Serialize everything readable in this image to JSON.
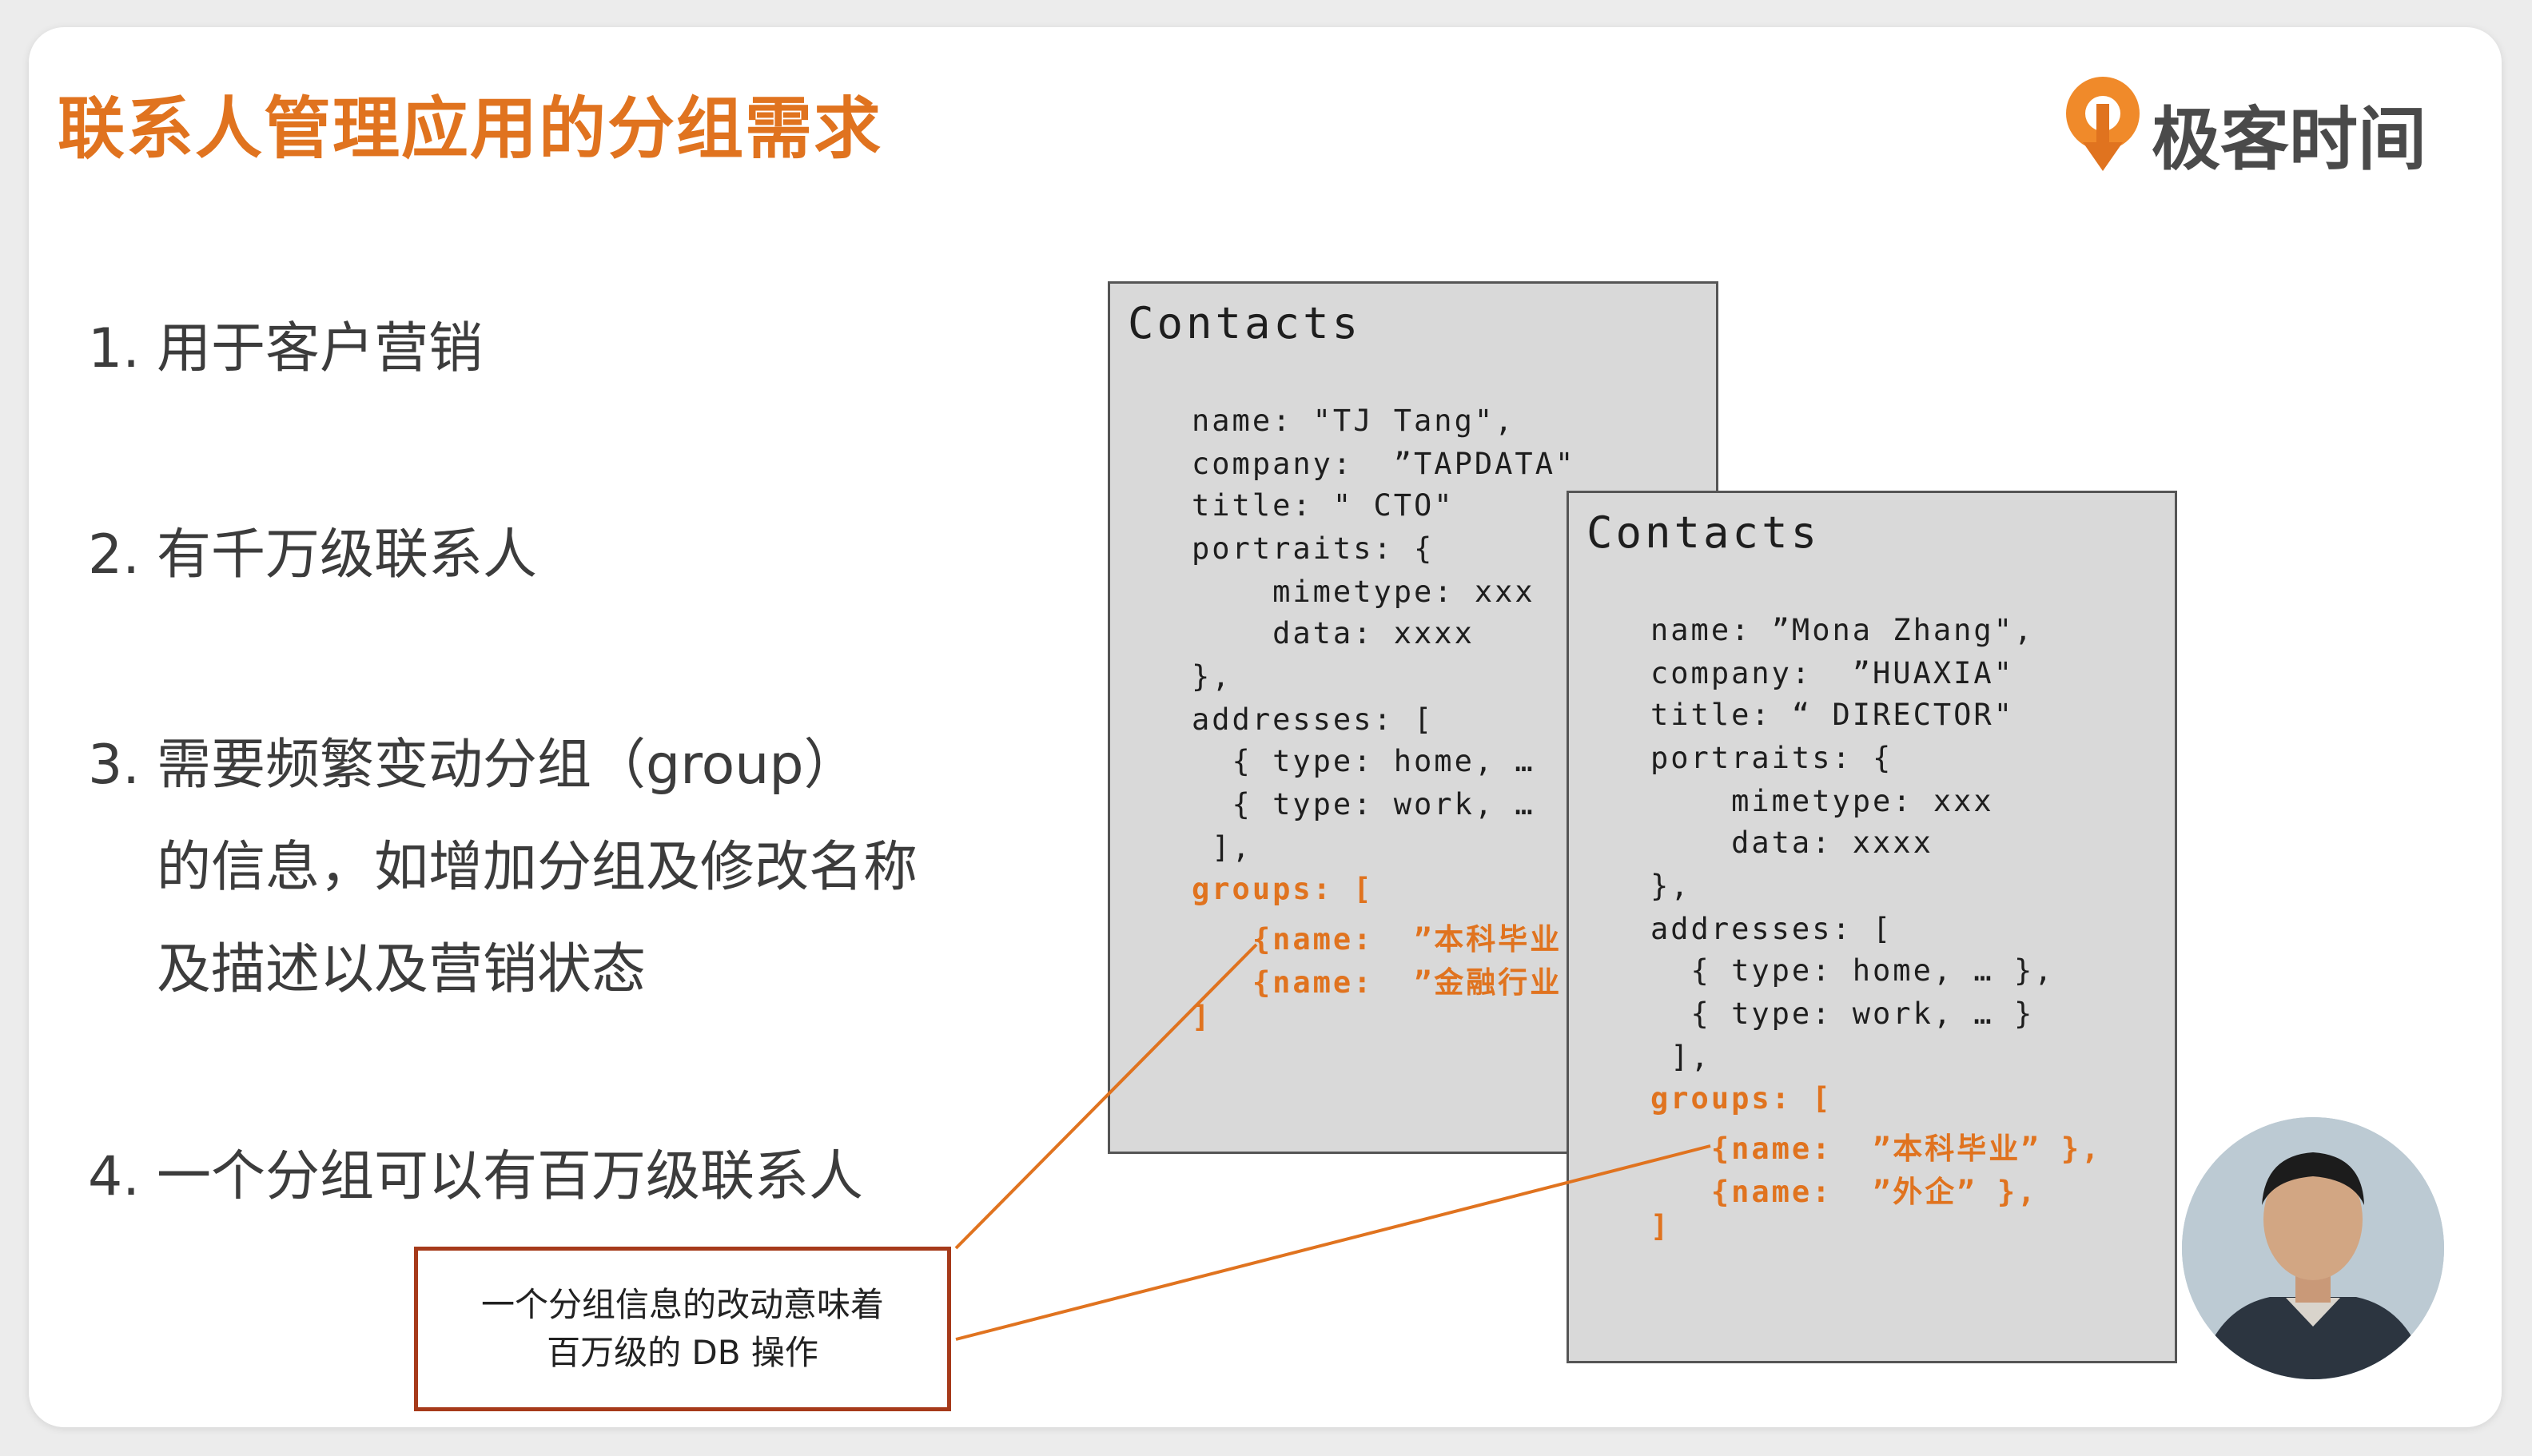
{
  "title": "联系人管理应用的分组需求",
  "brand": {
    "name": "极客时间",
    "accent": "#e0731f"
  },
  "points": [
    {
      "num": "1.",
      "lines": [
        "用于客户营销"
      ]
    },
    {
      "num": "2.",
      "lines": [
        "有千万级联系人"
      ]
    },
    {
      "num": "3.",
      "lines": [
        "需要频繁变动分组（group）",
        "的信息，如增加分组及修改名称",
        "及描述以及营销状态"
      ]
    },
    {
      "num": "4.",
      "lines": [
        "一个分组可以有百万级联系人"
      ]
    }
  ],
  "card1": {
    "title": "Contacts",
    "lines": [
      "name: \"TJ Tang\",",
      "company:  ”TAPDATA\"",
      "title: \" CTO\"",
      "portraits: {",
      "    mimetype: xxx",
      "    data: xxxx",
      "},",
      "addresses: [",
      "  { type: home, …",
      "  { type: work, …",
      " ],",
      "groups: [",
      "   {name:  ”本科毕业",
      "   {name:  ”金融行业",
      "]"
    ]
  },
  "card2": {
    "title": "Contacts",
    "lines": [
      "name: ”Mona Zhang\",",
      "company:  ”HUAXIA\"",
      "title: “ DIRECTOR\"",
      "portraits: {",
      "    mimetype: xxx",
      "    data: xxxx",
      "},",
      "addresses: [",
      "  { type: home, … },",
      "  { type: work, … }",
      " ],",
      "groups: [",
      "   {name:  ”本科毕业” },",
      "   {name:  ”外企” },",
      "]"
    ]
  },
  "callout": {
    "line1": "一个分组信息的改动意味着",
    "line2": "百万级的 DB 操作"
  },
  "colors": {
    "line": "#e0731f",
    "callout_border": "#a63a1a",
    "card_bg": "#d9d9d9"
  }
}
